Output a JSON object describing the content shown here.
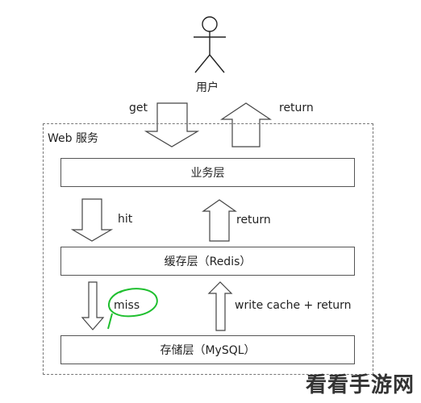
{
  "user": {
    "label": "用户"
  },
  "service": {
    "label": "Web 服务"
  },
  "layers": {
    "business": "业务层",
    "cache": "缓存层（Redis）",
    "storage": "存储层（MySQL）"
  },
  "flows": {
    "get": "get",
    "return_top": "return",
    "hit": "hit",
    "return_mid": "return",
    "miss": "miss",
    "write_cache_return": "write cache + return"
  },
  "watermark": "看看手游网",
  "colors": {
    "stroke": "#444444",
    "frame": "#777777",
    "highlight": "#1fbf2f"
  }
}
